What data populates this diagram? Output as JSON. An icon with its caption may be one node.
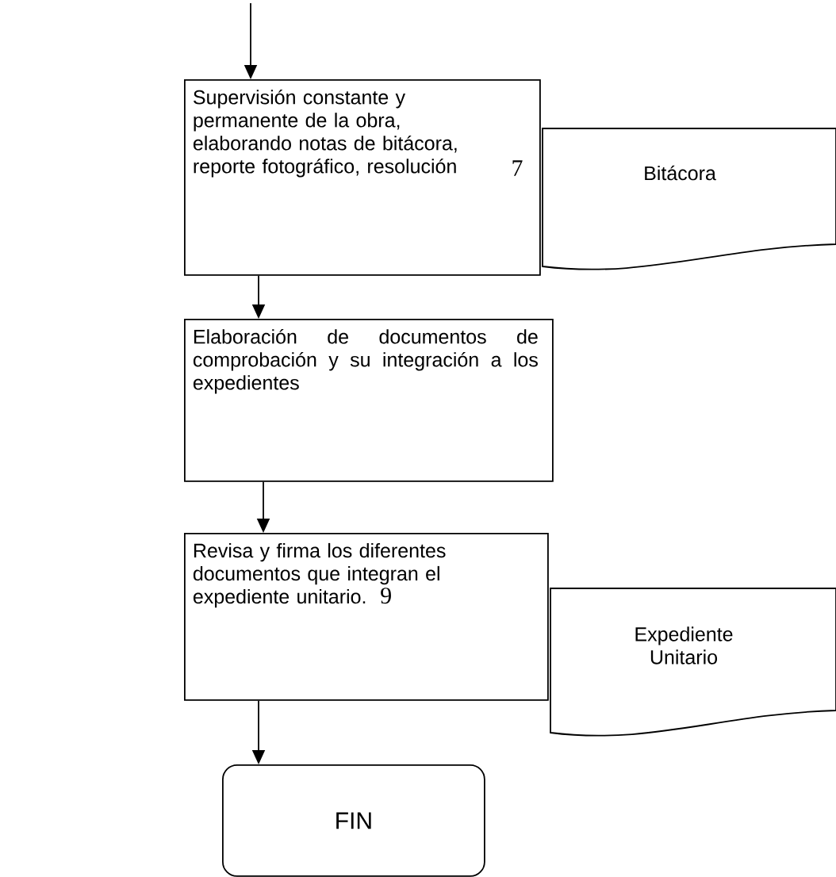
{
  "diagram": {
    "nodes": [
      {
        "text": [
          "Supervisión constante y permanente de la obra, elaborando notas de bitácora, reporte fotográfico, resolución",
          "7"
        ]
      },
      {
        "text": [
          "Bitácora"
        ]
      },
      {
        "text": [
          "Elaboración de documentos de comprobación y su integración a los expedientes"
        ]
      },
      {
        "text": [
          "Revisa y firma los diferentes documentos que integran el expediente unitario.",
          "9"
        ]
      },
      {
        "text": [
          "Expediente Unitario"
        ]
      },
      {
        "text": [
          "FIN"
        ]
      }
    ],
    "edges": [
      {
        "from": null,
        "to": 0,
        "arrow": "to"
      },
      {
        "from": 0,
        "to": 2,
        "arrow": "to"
      },
      {
        "from": 2,
        "to": 3,
        "arrow": "to"
      },
      {
        "from": 3,
        "to": 5,
        "arrow": "to"
      }
    ]
  }
}
